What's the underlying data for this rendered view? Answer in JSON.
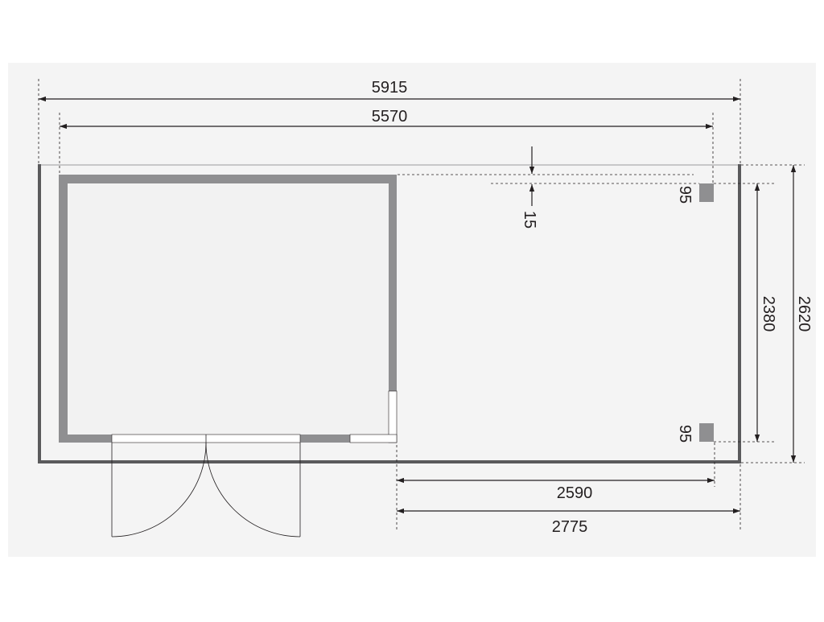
{
  "colors": {
    "background": "#f4f4f4",
    "wall": "#8f8f91",
    "room_fill": "#f2f2f2",
    "line": "#231f20",
    "outline": "#5a5a5c"
  },
  "dimensions": {
    "overall_width": "5915",
    "roof_width": "5570",
    "overhang_offset": "15",
    "post_upper": "95",
    "post_lower": "95",
    "inner_depth": "2380",
    "overall_depth": "2620",
    "canopy_inner": "2590",
    "canopy_outer": "2775"
  }
}
